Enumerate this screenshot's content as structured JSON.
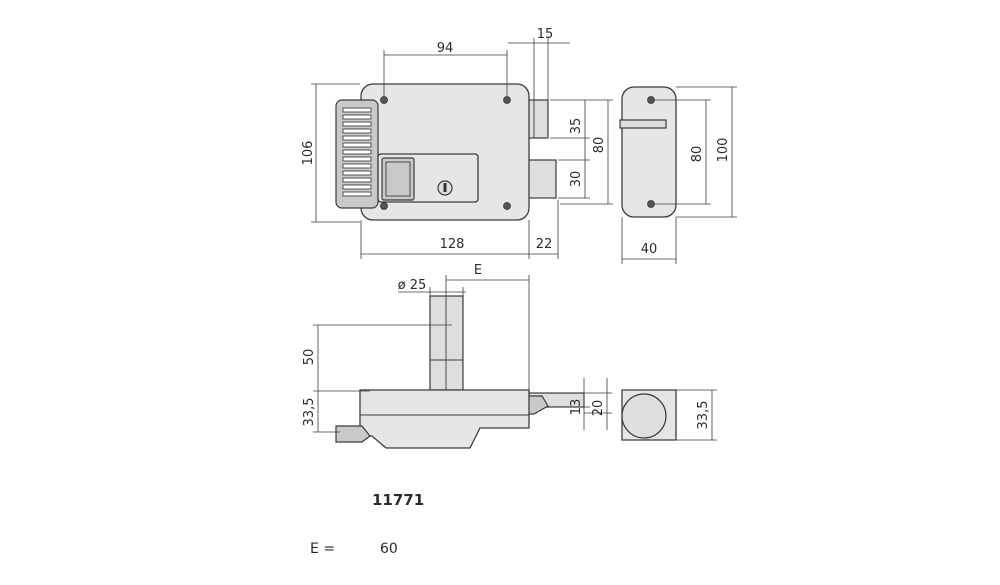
{
  "front_view": {
    "dims": {
      "width_screws": "94",
      "bolt_depth": "15",
      "height_total": "106",
      "upper_bolt": "35",
      "lower_bolt": "30",
      "bolt_span": "80",
      "body_width": "128",
      "bolt_projection": "22"
    }
  },
  "keeper_view": {
    "dims": {
      "screw_span": "80",
      "height": "100",
      "width": "40"
    }
  },
  "bottom_view": {
    "dims": {
      "cylinder_diameter": "ø 25",
      "e_label": "E",
      "cylinder_length": "50",
      "body_depth": "33,5",
      "bolt_height_small": "13",
      "bolt_height": "20"
    }
  },
  "keeper_side_view": {
    "dims": {
      "depth": "33,5"
    }
  },
  "model_number": "11771",
  "e_spec": {
    "label": "E =",
    "value": "60"
  }
}
